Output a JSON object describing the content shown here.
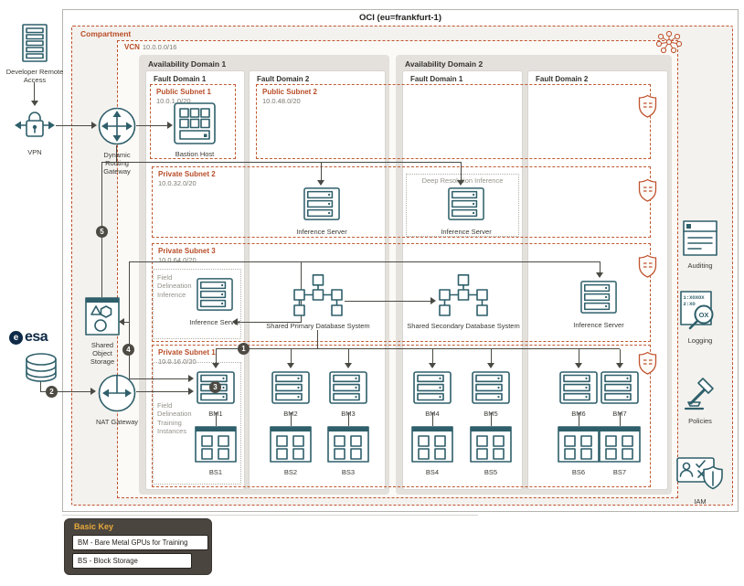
{
  "title": "OCI (eu=frankfurt-1)",
  "compartment": {
    "label": "Compartment"
  },
  "vcn": {
    "label": "VCN",
    "cidr": "10.0.0.0/16"
  },
  "ads": [
    {
      "label": "Availability Domain 1"
    },
    {
      "label": "Availability Domain 2"
    }
  ],
  "fd_labels": [
    "Fault Domain 1",
    "Fault Domain 2"
  ],
  "subnets": {
    "public1": {
      "name": "Public Subnet 1",
      "cidr": "10.0.1.0/20"
    },
    "public2": {
      "name": "Public Subnet 2",
      "cidr": "10.0.48.0/20"
    },
    "private2": {
      "name": "Private Subnet 2",
      "cidr": "10.0.32.0/20"
    },
    "private3": {
      "name": "Private Subnet 3",
      "cidr": "10.0.64.0/20"
    },
    "private1": {
      "name": "Private Subnet 1",
      "cidr": "10.0.16.0/20"
    }
  },
  "external": {
    "developer": "Developer Remote Access",
    "vpn": "VPN",
    "esa": "esa",
    "esa_mark": "e"
  },
  "gateways": {
    "drg": "Dynamic Routing Gateway",
    "nat": "NAT Gateway"
  },
  "storage": {
    "shared_object": "Shared Object Storage"
  },
  "groups": {
    "deep_resolution": "Deep Resolution Inference",
    "field_delineation_inference": "Field Delineation Inference",
    "training": "Field Delineation Training Instances"
  },
  "nodes": {
    "bastion": "Bastion Host",
    "inference_server": "Inference Server",
    "primary_db": "Shared Primary Database System",
    "secondary_db": "Shared Secondary Database System",
    "bm": [
      "BM1",
      "BM2",
      "BM3",
      "BM4",
      "BM5",
      "BM6",
      "BM7"
    ],
    "bs": [
      "BS1",
      "BS2",
      "BS3",
      "BS4",
      "BS5",
      "BS6",
      "BS7"
    ]
  },
  "governance": {
    "auditing": "Auditing",
    "logging": "Logging",
    "policies": "Policies",
    "iam": "IAM"
  },
  "logging_icon": {
    "line1": "1:XOXOX",
    "line2": "2:XO",
    "lens": "OX"
  },
  "badges": {
    "b1": "1",
    "b2": "2",
    "b3": "3",
    "b4": "4",
    "b5": "5"
  },
  "legend": {
    "title": "Basic Key",
    "items": [
      "BM - Bare Metal GPUs for Training",
      "BS - Block Storage"
    ]
  },
  "colors": {
    "accent_orange": "#c0532f",
    "icon_teal": "#2e5f6a",
    "line_gray": "#4a4a44",
    "ad_bg": "#e4e1dd",
    "compartment_bg": "#f4f2ee",
    "badge_bg": "#4d4a43",
    "legend_bg": "#4a453e",
    "legend_title": "#e7a93b",
    "esa_navy": "#0e2a47"
  }
}
